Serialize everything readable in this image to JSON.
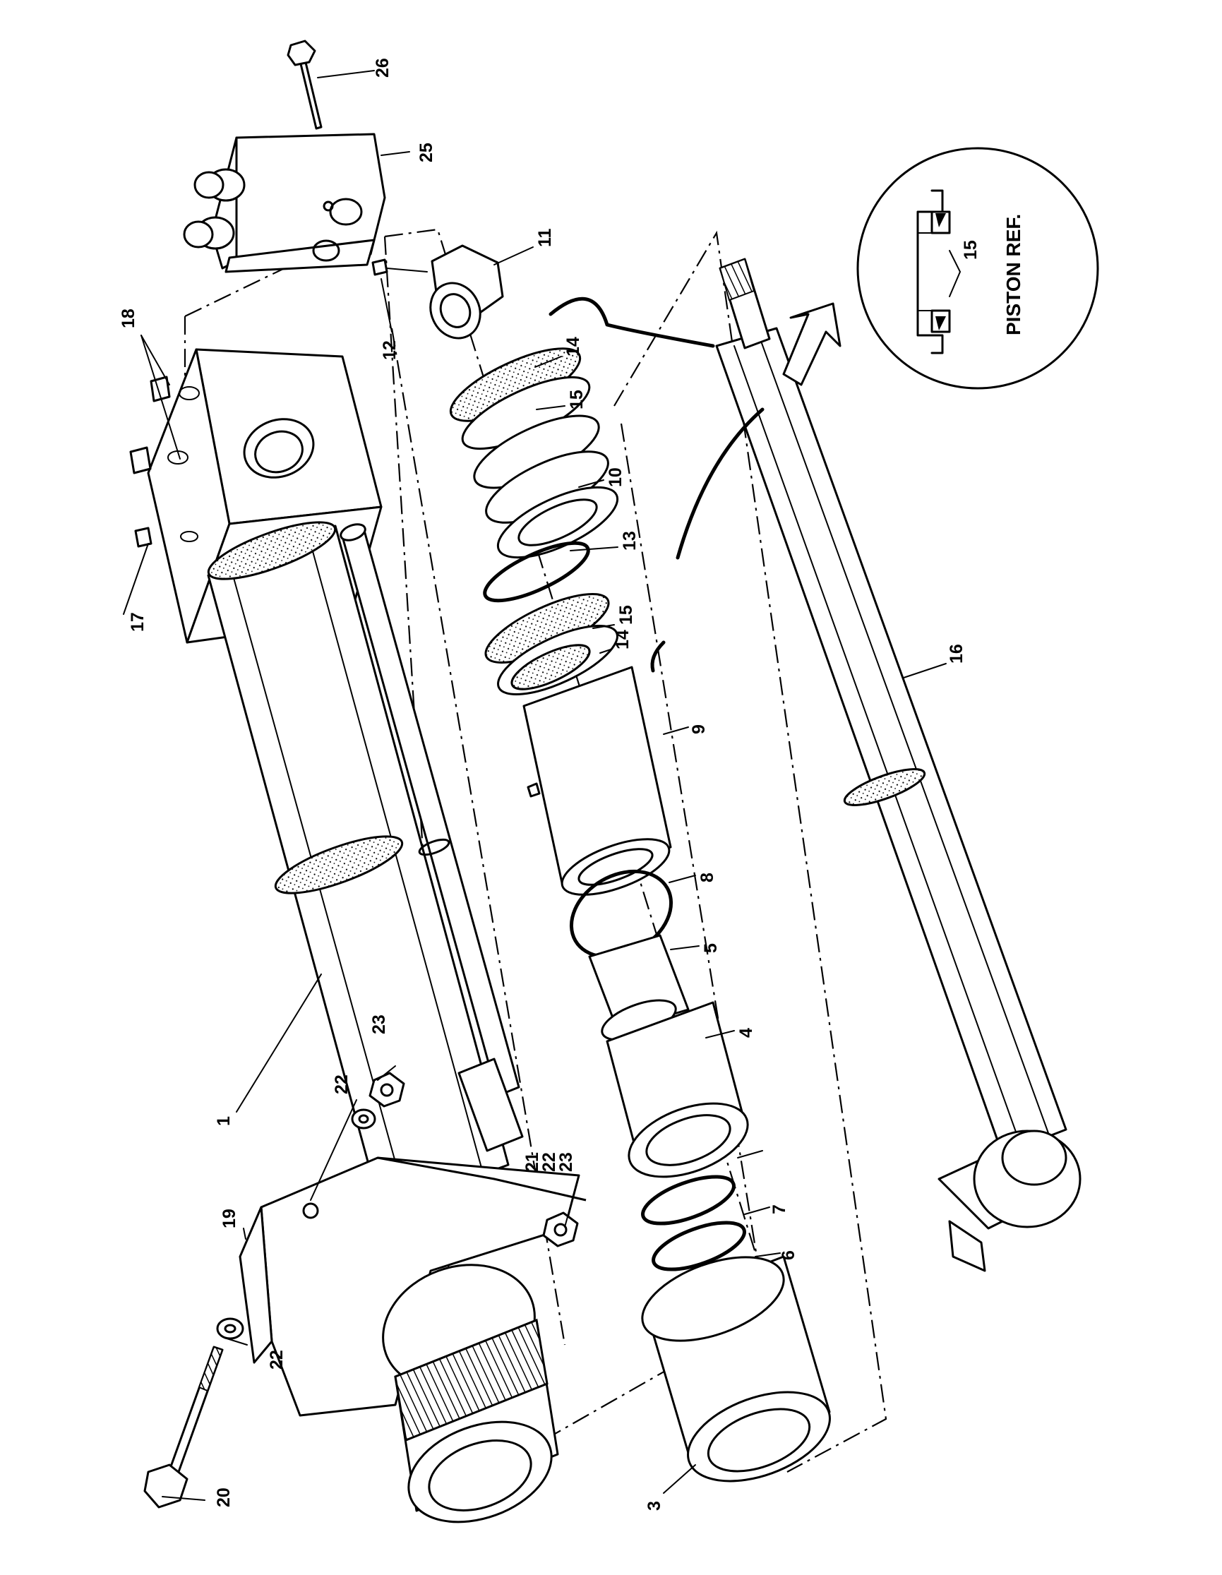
{
  "callouts": {
    "c1": "1",
    "c3": "3",
    "c4": "4",
    "c5": "5",
    "c6": "6",
    "c7": "7",
    "c8": "8",
    "c9": "9",
    "c10": "10",
    "c11": "11",
    "c12": "12",
    "c13": "13",
    "c14a": "14",
    "c14b": "14",
    "c15a": "15",
    "c15b": "15",
    "c16": "16",
    "c17": "17",
    "c18": "18",
    "c19": "19",
    "c20": "20",
    "c21": "21",
    "c22a": "22",
    "c22b": "22",
    "c22c": "22",
    "c23a": "23",
    "c23b": "23",
    "c25": "25",
    "c26": "26"
  },
  "inset": {
    "title": "PISTON REF.",
    "callout": "15"
  },
  "colors": {
    "ink": "#000000",
    "paper": "#ffffff"
  }
}
